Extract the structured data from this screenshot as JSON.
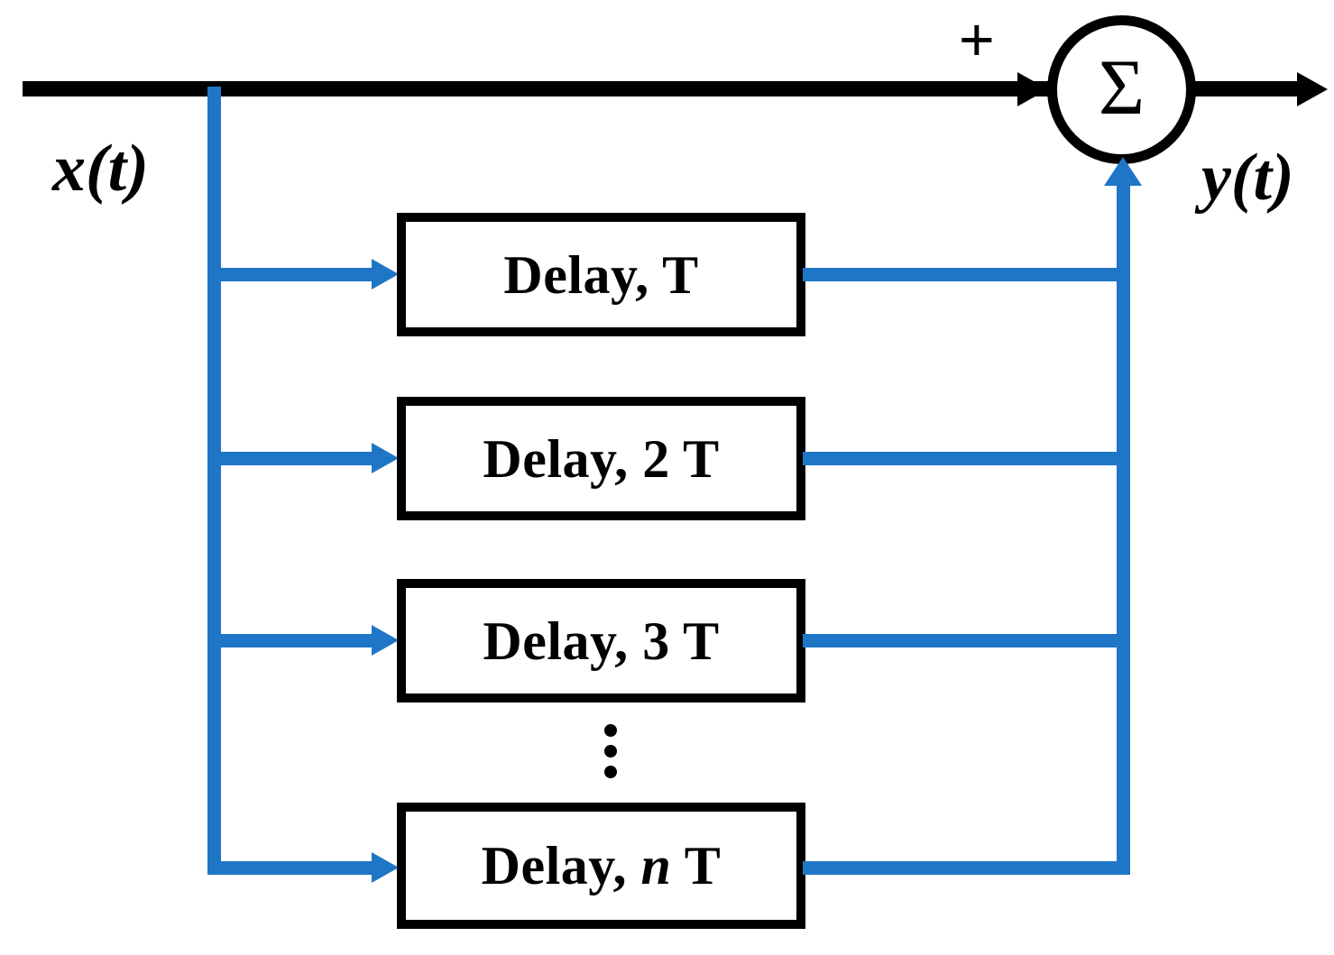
{
  "diagram": {
    "title": "FIR tapped-delay-line block diagram",
    "input_label": "x(t)",
    "output_label": "y(t)",
    "sum_sign_label": "+",
    "sum_symbol": "Σ",
    "colors": {
      "signal_black": "#000000",
      "branch_blue": "#1F76C6",
      "background": "#FFFFFF"
    },
    "blocks": [
      {
        "prefix": "Delay, ",
        "italic": "",
        "suffix": "T",
        "full_text": "Delay, T"
      },
      {
        "prefix": "Delay, ",
        "italic": "",
        "suffix": "2 T",
        "full_text": "Delay, 2 T"
      },
      {
        "prefix": "Delay, ",
        "italic": "",
        "suffix": "3 T",
        "full_text": "Delay, 3 T"
      },
      {
        "prefix": "Delay, ",
        "italic": "n",
        "suffix": " T",
        "full_text": "Delay, n T"
      }
    ],
    "continuation": "⋮"
  }
}
